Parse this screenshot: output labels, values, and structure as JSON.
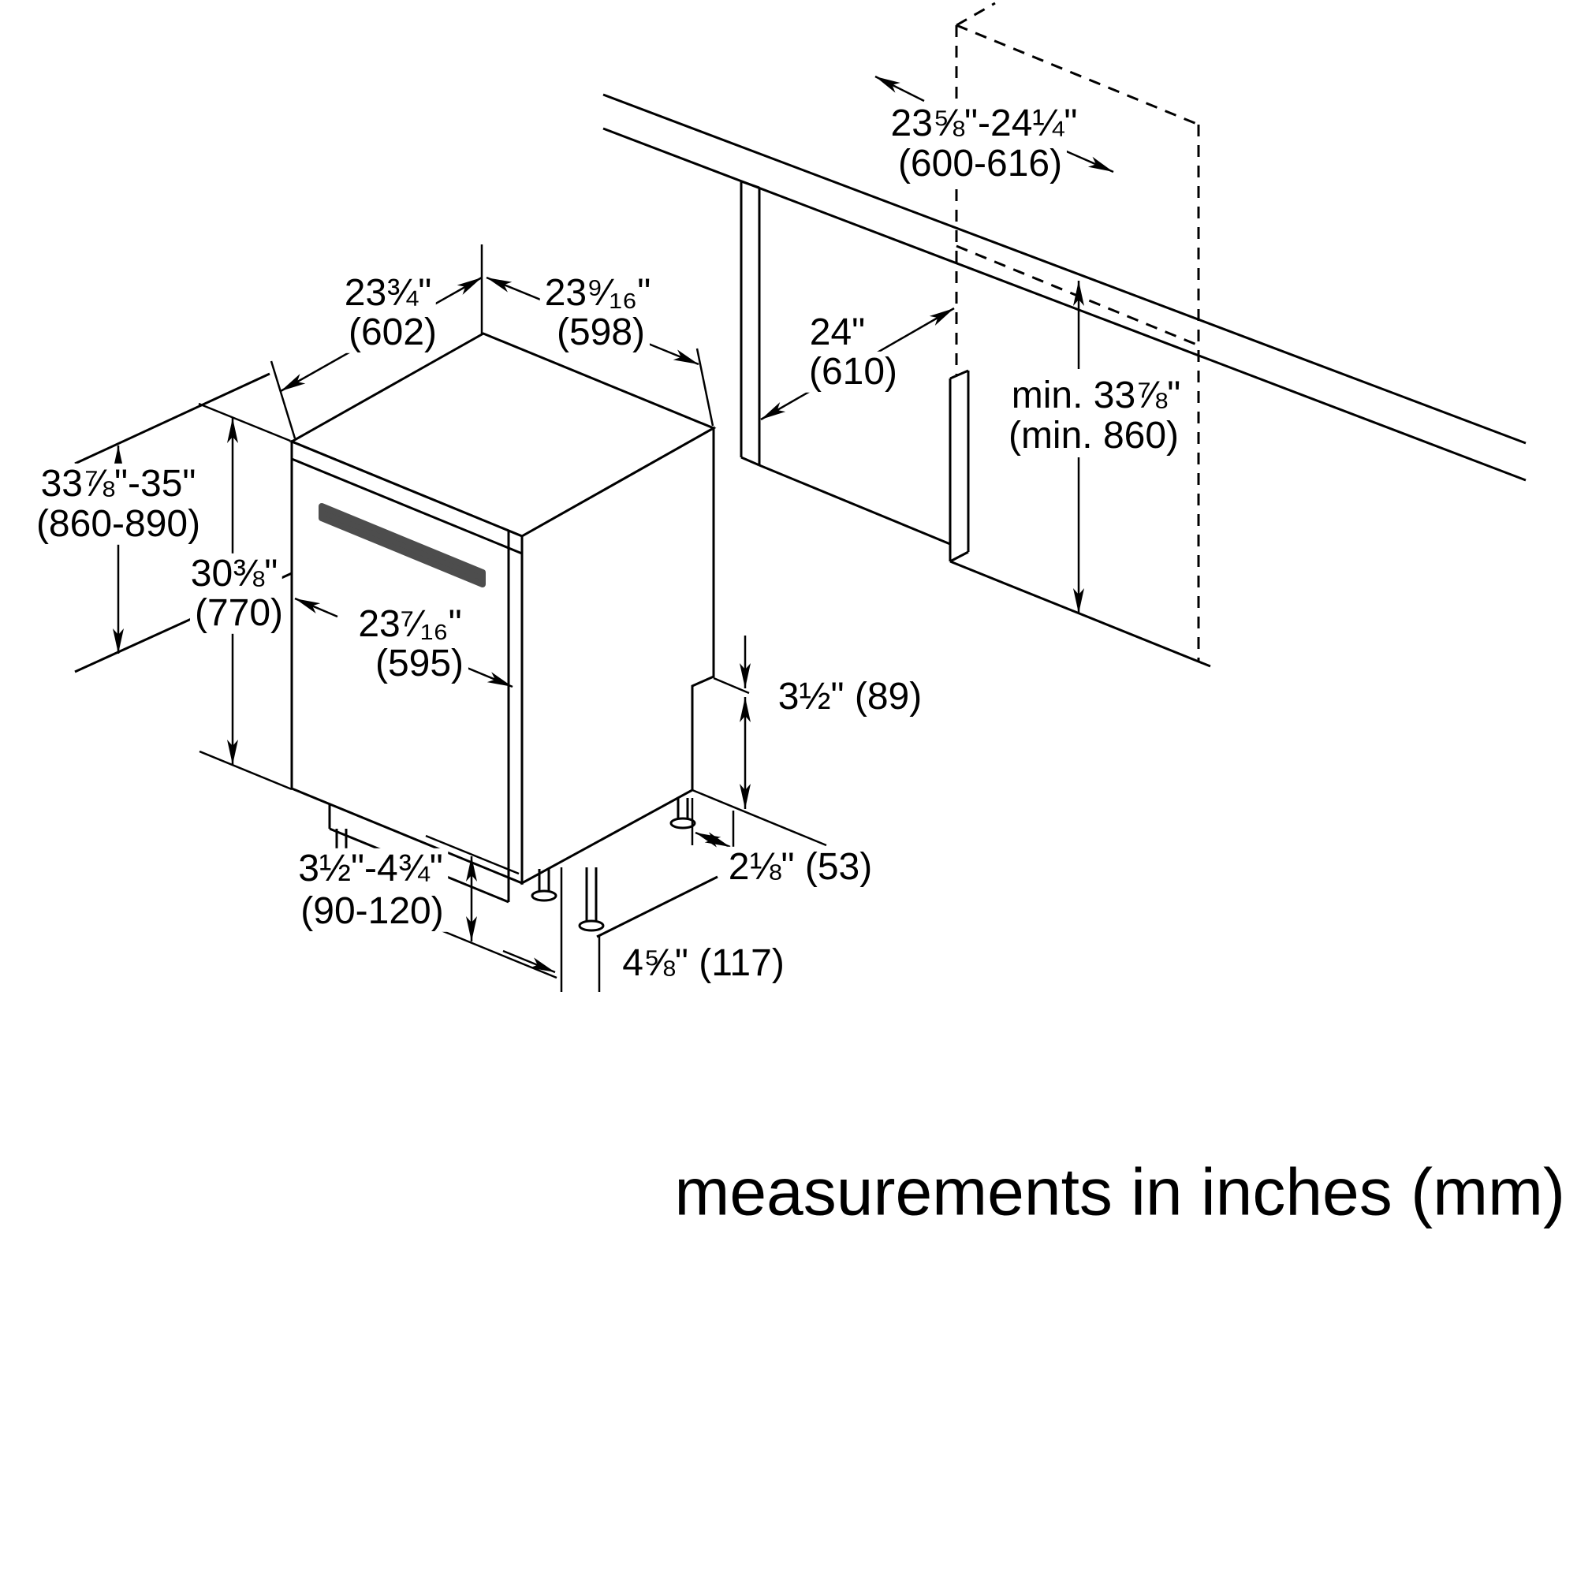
{
  "footer": "measurements in inches (mm)",
  "labels": {
    "niche_width": {
      "l1": "23⅝\"-24¼\"",
      "l2": "(600-616)"
    },
    "unit_depth_top": {
      "l1": "23¾\"",
      "l2": "(602)"
    },
    "unit_width_top": {
      "l1": "23⁹⁄₁₆\"",
      "l2": "(598)"
    },
    "cabinet_depth": {
      "l1": "24\"",
      "l2": "(610)"
    },
    "niche_height": {
      "l1": "min. 33⅞\"",
      "l2": "(min. 860)"
    },
    "overall_height": {
      "l1": "33⅞\"-35\"",
      "l2": "(860-890)"
    },
    "door_height": {
      "l1": "30⅜\"",
      "l2": "(770)"
    },
    "door_width": {
      "l1": "23⁷⁄₁₆\"",
      "l2": "(595)"
    },
    "toe_kick_height": {
      "l1": "3½\" (89)"
    },
    "toe_kick_depth": {
      "l1": "2⅛\" (53)"
    },
    "leg_adjust": {
      "l1": "3½\"-4¾\"",
      "l2": "(90-120)"
    },
    "base_offset": {
      "l1": "4⅝\" (117)"
    }
  },
  "colors": {
    "line": "#000000",
    "handle": "#4d4d4d",
    "background": "#ffffff"
  }
}
